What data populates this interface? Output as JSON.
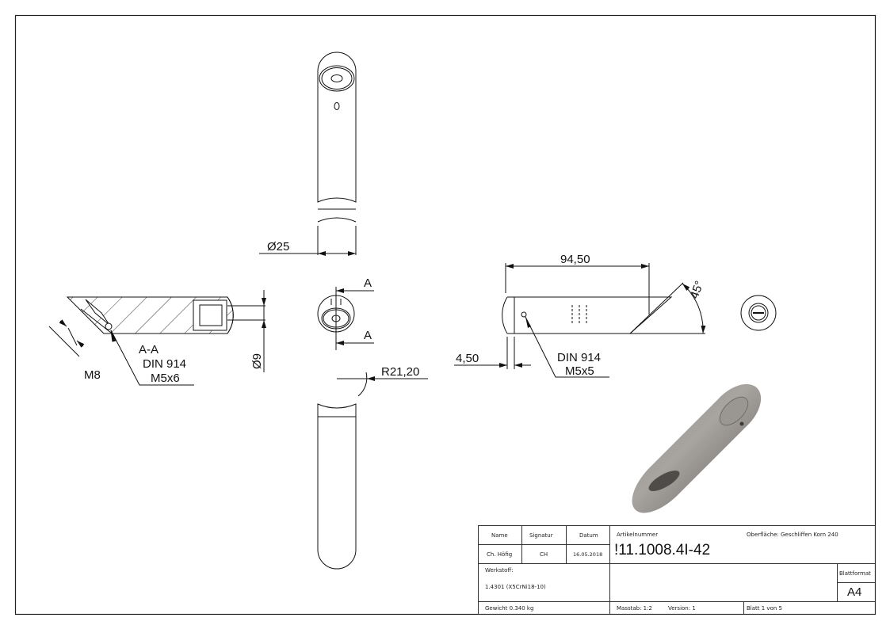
{
  "drawing": {
    "section_label": "A-A",
    "section_marker": "A",
    "dimensions": {
      "diameter_25": "Ø25",
      "diameter_9": "Ø9",
      "length_94_50": "94,50",
      "offset_4_50": "4,50",
      "angle_45": "45°",
      "radius_21_20": "R21,20",
      "thread_m8": "M8"
    },
    "callouts": {
      "section_screw_line1": "DIN 914",
      "section_screw_line2": "M5x6",
      "side_screw_line1": "DIN 914",
      "side_screw_line2": "M5x5"
    }
  },
  "title_block": {
    "headers": {
      "name": "Name",
      "signatur": "Signatur",
      "datum": "Datum"
    },
    "values": {
      "name": "Ch. Höfig",
      "signatur": "CH",
      "datum": "16.05.2018"
    },
    "artikelnummer_label": "Artikelnummer",
    "artikelnummer": "!11.1008.4I-42",
    "oberflaeche": "Oberfläche:  Geschliffen Korn 240",
    "werkstoff_label": "Werkstoff:",
    "werkstoff": "1.4301 (X5CrNi18-10)",
    "blattformat_label": "Blattformat",
    "blattformat": "A4",
    "gewicht": "Gewicht 0.340 kg",
    "massstab": "Masstab: 1:2",
    "version": "Version:   1",
    "blatt": "Blatt 1 von 5"
  }
}
